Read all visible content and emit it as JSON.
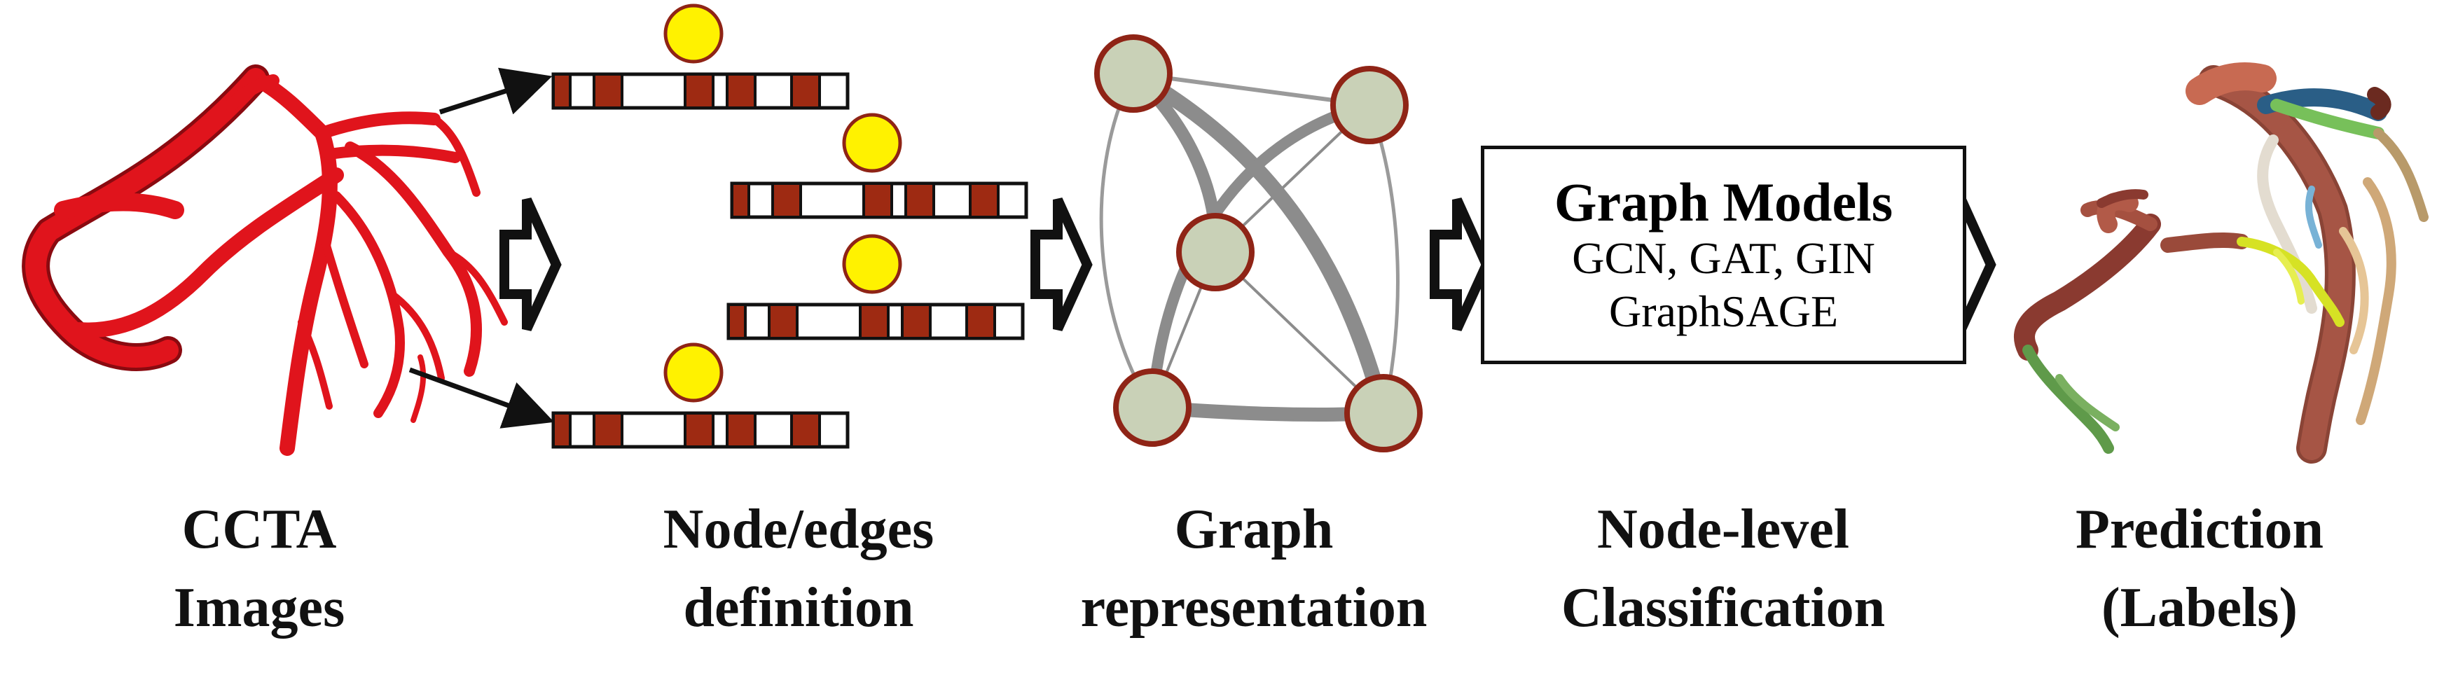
{
  "stages": [
    {
      "id": "ccta",
      "line1": "CCTA",
      "line2": "Images"
    },
    {
      "id": "node-edges",
      "line1": "Node/edges",
      "line2": "definition"
    },
    {
      "id": "graph",
      "line1": "Graph",
      "line2": "representation"
    },
    {
      "id": "classification",
      "line1": "Node-level",
      "line2": "Classification"
    },
    {
      "id": "prediction",
      "line1": "Prediction",
      "line2": "(Labels)"
    }
  ],
  "model_box": {
    "title": "Graph Models",
    "line1": "GCN, GAT, GIN",
    "line2": "GraphSAGE"
  },
  "colors": {
    "vessel_red": "#e0141c",
    "feature_brown": "#9e2a12",
    "node_yellow": "#fff200",
    "graph_node_fill": "#c9d1b7",
    "graph_node_stroke": "#8f2416",
    "edge_gray": "#8c8c8c"
  }
}
